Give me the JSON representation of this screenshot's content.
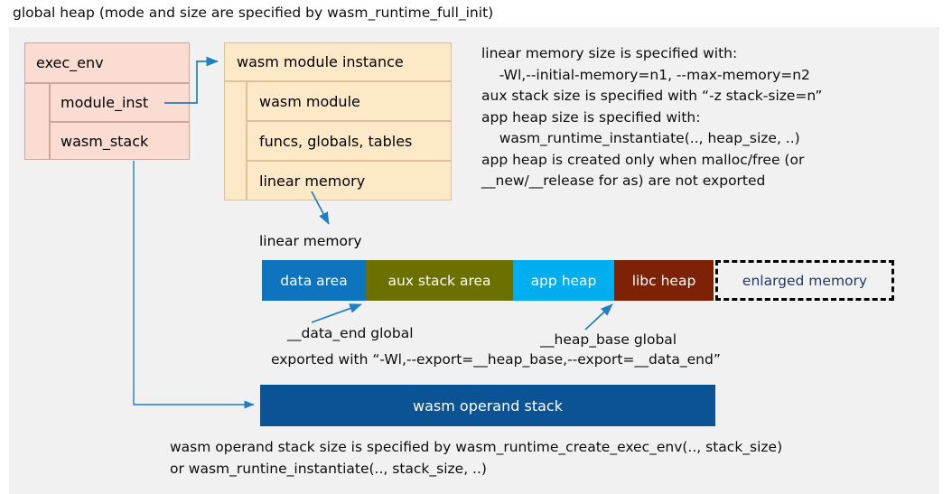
{
  "title": "global heap (mode and size are specified by wasm_runtime_full_init)",
  "colors": {
    "panel_bg": "#f1f1f1",
    "pink_fill": "#fadcd2",
    "peach_fill": "#fde9c8",
    "arrow_blue": "#1f7ec4",
    "data_area": "#0d74bd",
    "aux_stack_area": "#6b7000",
    "app_heap": "#00aeef",
    "libc_heap": "#7d2206",
    "operand_stack": "#0b5394",
    "enlarged_memory_text": "#1f3864",
    "dashed_border": "#000000"
  },
  "exec_env": {
    "header": "exec_env",
    "fields": [
      {
        "label": "module_inst"
      },
      {
        "label": "wasm_stack"
      }
    ]
  },
  "wasm_module_instance": {
    "header": "wasm module instance",
    "fields": [
      {
        "label": "wasm module"
      },
      {
        "label": "funcs, globals, tables"
      },
      {
        "label": "linear memory"
      }
    ]
  },
  "notes": {
    "main": "linear memory size is specified with:\n    -Wl,--initial-memory=n1, --max-memory=n2\naux stack size is specified with “-z stack-size=n”\napp heap size is specified with:\n    wasm_runtime_instantiate(.., heap_size, ..)\napp heap is created only when malloc/free (or\n__new/__release for as) are not exported",
    "bottom": "wasm operand stack size is specified by wasm_runtime_create_exec_env(.., stack_size)\nor wasm_runtine_instantiate(.., stack_size, ..)"
  },
  "linear_memory": {
    "label": "linear memory",
    "segments": [
      {
        "label": "data area",
        "color": "#0d74bd",
        "width": 115,
        "text_color": "#ffffff",
        "style": "solid"
      },
      {
        "label": "aux stack area",
        "color": "#6b7000",
        "width": 163,
        "text_color": "#ffffff",
        "style": "solid"
      },
      {
        "label": "app heap",
        "color": "#00aeef",
        "width": 112,
        "text_color": "#ffffff",
        "style": "solid"
      },
      {
        "label": "libc heap",
        "color": "#7d2206",
        "width": 110,
        "text_color": "#ffffff",
        "style": "solid"
      },
      {
        "label": "enlarged memory",
        "color": "#f1f1f1",
        "width": 198,
        "text_color": "#1f3864",
        "style": "dashed"
      }
    ]
  },
  "annotations": {
    "data_end": "__data_end global",
    "heap_base": "__heap_base global",
    "exported": "exported with “-Wl,--export=__heap_base,--export=__data_end”"
  },
  "operand_stack": {
    "label": "wasm operand stack"
  }
}
